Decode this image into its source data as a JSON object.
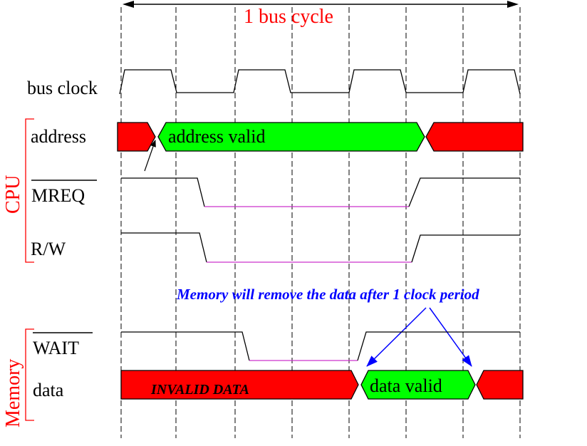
{
  "bus_cycle_label": "1 bus cycle",
  "signals": {
    "bus_clock": "bus clock",
    "address": "address",
    "mreq": "MREQ",
    "rw": "R/W",
    "wait": "WAIT",
    "data": "data"
  },
  "groups": {
    "cpu": "CPU",
    "memory": "Memory"
  },
  "segments": {
    "address_valid": "address valid",
    "invalid_data": "INVALID DATA",
    "data_valid": "data valid"
  },
  "annotation": "Memory will remove the data after 1 clock period",
  "colors": {
    "invalid": "#ff0000",
    "valid": "#00ff00",
    "annotation": "#0000ff",
    "group_label": "#ff0000",
    "asserted_low": "#cc33cc"
  }
}
